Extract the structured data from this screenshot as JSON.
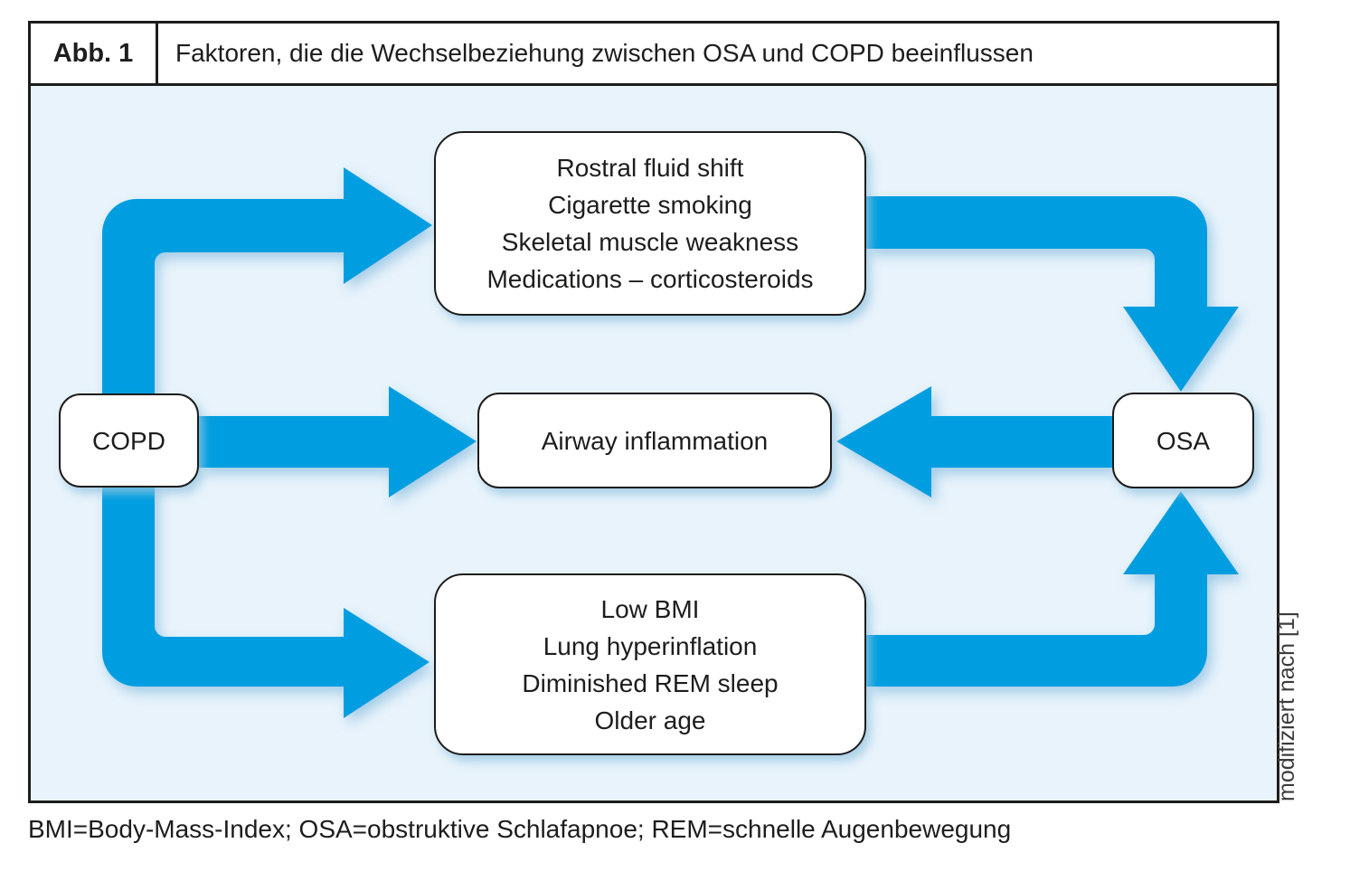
{
  "figure": {
    "label": "Abb. 1",
    "title": "Faktoren, die die Wechselbeziehung zwischen OSA und COPD beeinflussen"
  },
  "diagram": {
    "nodes": {
      "copd": "COPD",
      "osa": "OSA",
      "airway": "Airway inflammation",
      "top_factors": "Rostral fluid shift\nCigarette smoking\nSkeletal muscle weakness\nMedications – corticosteroids",
      "bottom_factors": "Low BMI\nLung hyperinflation\nDiminished REM sleep\nOlder age"
    },
    "colors": {
      "arrow": "#009EE0",
      "background": "#E8F3FB",
      "border": "#1D1D1B"
    }
  },
  "source_note": "modifiziert nach [1]",
  "caption": "BMI=Body-Mass-Index; OSA=obstruktive Schlafapnoe; REM=schnelle Augenbewegung"
}
